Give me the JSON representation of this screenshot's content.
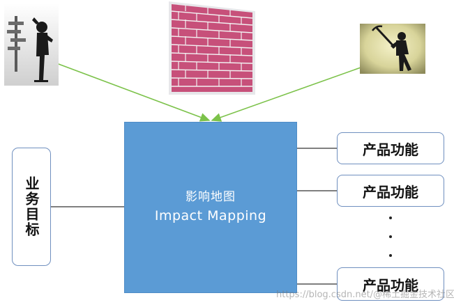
{
  "center": {
    "title_zh": "影响地图",
    "title_en": "Impact Mapping"
  },
  "goal": {
    "label": "业务目标"
  },
  "features": [
    {
      "label": "产品功能"
    },
    {
      "label": "产品功能"
    },
    {
      "label": "产品功能"
    }
  ],
  "ellipsis": "...",
  "watermark": "https://blog.csdn.net/@稀土掘金技术社区",
  "colors": {
    "center_fill": "#5b9bd5",
    "arrow_green": "#7cc24a",
    "box_border": "#6f8fbf",
    "wall_brick": "#c7507a"
  },
  "illustrations": [
    {
      "name": "confused-man-signpost-illustration"
    },
    {
      "name": "brick-wall-illustration"
    },
    {
      "name": "man-with-pickaxe-illustration"
    }
  ]
}
